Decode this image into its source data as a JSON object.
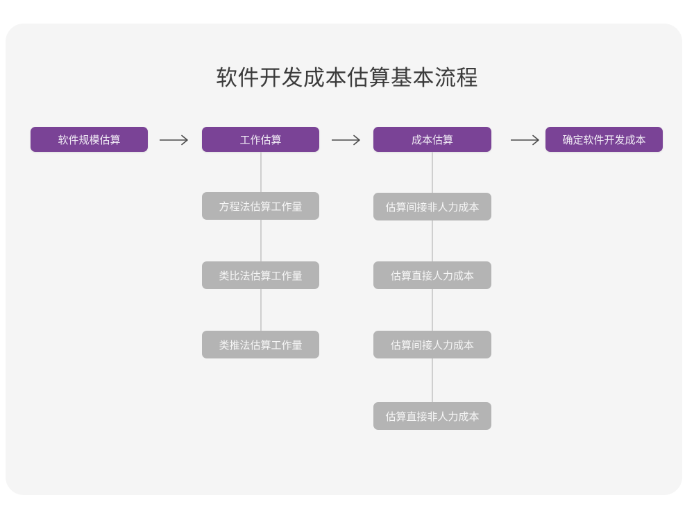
{
  "diagram": {
    "title": "软件开发成本估算基本流程",
    "colors": {
      "card_background": "#f5f5f5",
      "page_background": "#ffffff",
      "stage_box": "#7a4396",
      "sub_box": "#b4b4b4",
      "connector_line": "#cfcfcf",
      "title_text": "#3b3b3b",
      "arrow": "#4a4a4a"
    },
    "stages": [
      {
        "label": "软件规模估算",
        "children": []
      },
      {
        "label": "工作估算",
        "children": [
          "方程法估算工作量",
          "类比法估算工作量",
          "类推法估算工作量"
        ]
      },
      {
        "label": "成本估算",
        "children": [
          "估算间接非人力成本",
          "估算直接人力成本",
          "估算间接人力成本",
          "估算直接非人力成本"
        ]
      },
      {
        "label": "确定软件开发成本",
        "children": []
      }
    ],
    "arrows": [
      {
        "name": "arrow-stage1-to-stage2"
      },
      {
        "name": "arrow-stage2-to-stage3"
      },
      {
        "name": "arrow-stage3-to-stage4"
      }
    ]
  }
}
